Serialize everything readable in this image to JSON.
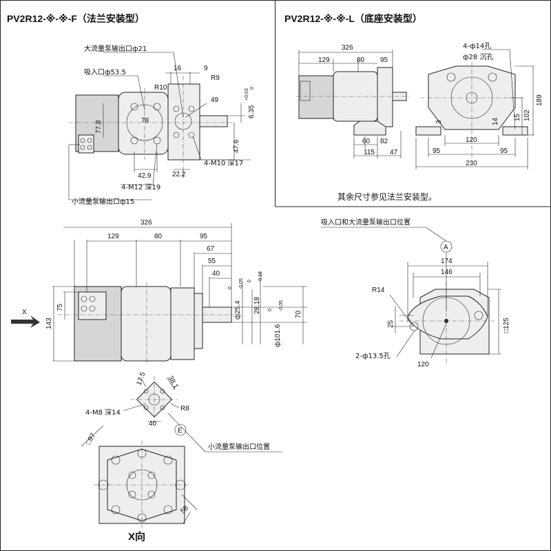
{
  "titles": {
    "flange": "PV2R12-※-※-F（法兰安装型）",
    "base": "PV2R12-※-※-L（底座安装型）",
    "x_view": "X向"
  },
  "note": "其余尺寸参见法兰安装型。",
  "flange_view": {
    "labels": {
      "large_outlet": "大流量泵输出口ф21",
      "suction": "吸入口ф53.5",
      "small_outlet": "小流量泵输出口ф15",
      "m12": "4-M12 深19",
      "m10": "4-M10 深17"
    },
    "dims": {
      "r10": "R10",
      "r9": "R9",
      "d16": "16",
      "d9": "9",
      "d49": "49",
      "d78": "78",
      "d77_8": "77.8",
      "d42_9": "42.9",
      "d22_2": "22.2",
      "d47_6": "47.6",
      "d6_35": "6.35",
      "tol_6_35_up": "+0.03",
      "tol_6_35_dn": "0"
    }
  },
  "base_view": {
    "dims": {
      "d326": "326",
      "d129": "129",
      "d80": "80",
      "d95": "95",
      "d60": "60",
      "d82": "82",
      "d115": "115",
      "d47": "47",
      "d120": "120",
      "d95a": "95",
      "d95b": "95",
      "d230": "230",
      "d189": "189",
      "d102": "102",
      "d15": "15",
      "d14": "14",
      "d3": "3"
    },
    "labels": {
      "holes": "4-ф14孔",
      "counterbore": "ф28 沉孔"
    }
  },
  "side_view": {
    "x_mark": "X",
    "dims": {
      "d326": "326",
      "d129": "129",
      "d80": "80",
      "d95": "95",
      "d67": "67",
      "d55": "55",
      "d40": "40",
      "d143": "143",
      "d75": "75",
      "d70": "70",
      "d25_4": "ф25.4",
      "tol_25_4_up": "0",
      "tol_25_4_dn": "-0.05",
      "d28_18": "28.18",
      "tol_28_18_up": "0",
      "tol_28_18_dn": "-0.18",
      "d101_6": "ф101.6",
      "tol_101_6_up": "0",
      "tol_101_6_dn": "-0.05"
    }
  },
  "front_view": {
    "label_top": "吸入口和大流量泵输出口位置",
    "marker_a": "A",
    "dims": {
      "d174": "174",
      "d146": "146",
      "r14": "R14",
      "d25": "25",
      "holes": "2-ф13.5孔",
      "d120": "120",
      "sq125": "□125"
    }
  },
  "x_view": {
    "label_outlet": "小流量泵输出口位置",
    "marker_e": "E",
    "dims": {
      "d17_5": "17.5",
      "d38_1": "38.1",
      "r8": "R8",
      "m8": "4-M8 深14",
      "d40": "40",
      "sq97": "□97",
      "d58": "58"
    }
  }
}
